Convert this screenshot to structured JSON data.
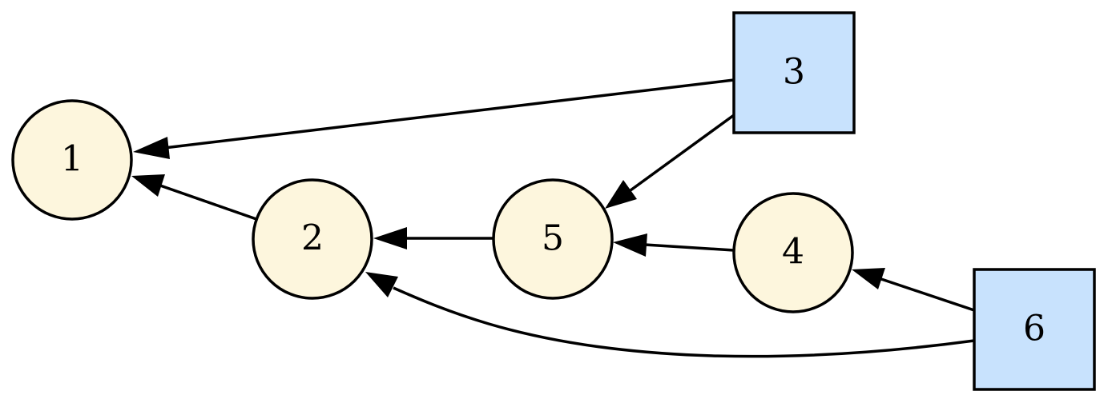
{
  "colors": {
    "circle_fill": "#fdf6dd",
    "square_fill": "#c8e2fd",
    "stroke": "#000000"
  },
  "nodes": [
    {
      "id": "1",
      "label": "1",
      "shape": "circle"
    },
    {
      "id": "2",
      "label": "2",
      "shape": "circle"
    },
    {
      "id": "3",
      "label": "3",
      "shape": "square"
    },
    {
      "id": "4",
      "label": "4",
      "shape": "circle"
    },
    {
      "id": "5",
      "label": "5",
      "shape": "circle"
    },
    {
      "id": "6",
      "label": "6",
      "shape": "square"
    }
  ],
  "edges": [
    {
      "from": "3",
      "to": "1"
    },
    {
      "from": "2",
      "to": "1"
    },
    {
      "from": "3",
      "to": "5"
    },
    {
      "from": "5",
      "to": "2"
    },
    {
      "from": "4",
      "to": "5"
    },
    {
      "from": "6",
      "to": "4"
    },
    {
      "from": "6",
      "to": "2"
    }
  ]
}
